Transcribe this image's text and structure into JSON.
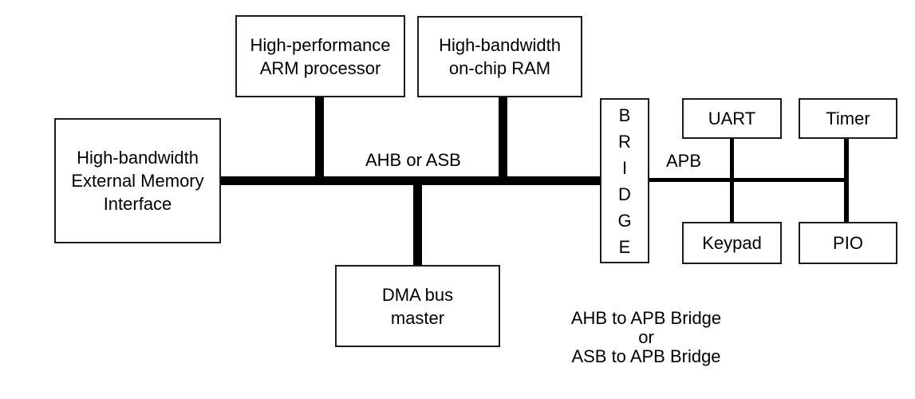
{
  "colors": {
    "background": "#ffffff",
    "line": "#000000",
    "box-border": "#1c1c1c",
    "text": "#000000"
  },
  "nodes": {
    "arm": {
      "lines": [
        "High-performance",
        "ARM processor"
      ]
    },
    "ram": {
      "lines": [
        "High-bandwidth",
        "on-chip RAM"
      ]
    },
    "emi": {
      "lines": [
        "High-bandwidth",
        "External Memory",
        "Interface"
      ]
    },
    "dma": {
      "lines": [
        "DMA bus",
        "master"
      ]
    },
    "bridge": {
      "lines": [
        "B",
        "R",
        "I",
        "D",
        "G",
        "E"
      ]
    },
    "uart": {
      "label": "UART"
    },
    "timer": {
      "label": "Timer"
    },
    "keypad": {
      "label": "Keypad"
    },
    "pio": {
      "label": "PIO"
    }
  },
  "bus_labels": {
    "ahb": "AHB or ASB",
    "apb": "APB"
  },
  "caption": {
    "lines": [
      "AHB to APB Bridge",
      "or",
      "ASB to APB Bridge"
    ]
  }
}
